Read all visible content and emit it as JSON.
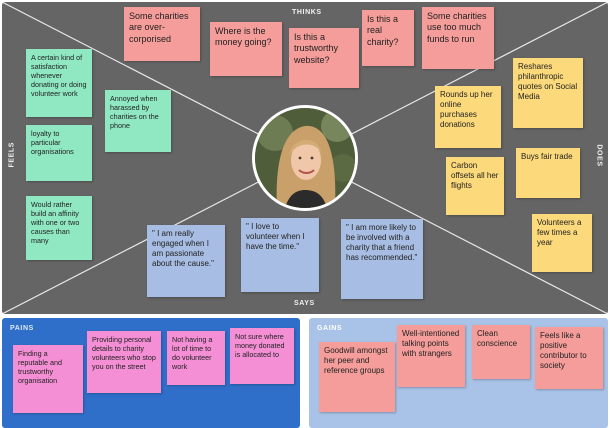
{
  "axes": {
    "top": "THINKS",
    "bottom": "SAYS",
    "left": "FEELS",
    "right": "DOES"
  },
  "thinks": [
    "Some charities are over-corporised",
    "Where is the money going?",
    "Is this a trustworthy website?",
    "Is this a real charity?",
    "Some charities use too much funds to run"
  ],
  "feels": [
    "A certain kind of satisfaction whenever donating or doing volunteer work",
    "Annoyed when harassed by charities on the phone",
    "loyalty to particular organisations",
    "Would rather build an affinity with one or two causes than many"
  ],
  "does": [
    "Reshares philanthropic quotes on Social Media",
    "Rounds up her online purchases donations",
    "Carbon offsets all her flights",
    "Buys fair trade",
    "Volunteers a few times a year"
  ],
  "says": [
    "\" I am really engaged when I am passionate about the cause.\"",
    "\" I love to volunteer when I have the time.\"",
    "\" I am more likely to be involved with a charity that a friend has recommended.\""
  ],
  "pains": {
    "title": "PAINS",
    "items": [
      "Finding a reputable and trustworthy organisation",
      "Providing personal details to charity volunteers who stop you on the street",
      "Not having a lot of time to do volunteer work",
      "Not sure where money donated is allocated to"
    ]
  },
  "gains": {
    "title": "GAINS",
    "items": [
      "Goodwill amongst her peer and reference groups",
      "Well-intentioned talking points with strangers",
      "Clean conscience",
      "Feels like a positive contributor to society"
    ]
  },
  "colors": {
    "map_bg": "#656565",
    "pink": "#f49d9a",
    "green": "#8fe8c2",
    "yellow": "#fcd97a",
    "blue": "#a8bde3",
    "magenta": "#f48fd6",
    "pains_bg": "#2f6fc9",
    "gains_bg": "#a9c2e7"
  }
}
